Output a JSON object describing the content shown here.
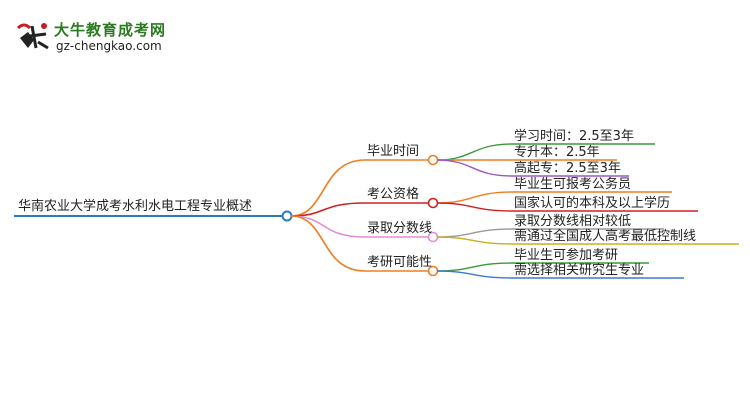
{
  "header": {
    "brand_title": "大牛教育成考网",
    "brand_url": "gz-chengkao.com",
    "logo_icon": "bull-logo-icon"
  },
  "mindmap": {
    "root": "华南农业大学成考水利水电工程专业概述",
    "branches": [
      {
        "label": "毕业时间",
        "color": "#ef7d22",
        "children": [
          {
            "label": "学习时间：2.5至3年",
            "color": "#3a9a3a"
          },
          {
            "label": "专升本：2.5年",
            "color": "#ef7d22"
          },
          {
            "label": "高起专：2.5至3年",
            "color": "#9b59c4"
          }
        ]
      },
      {
        "label": "考公资格",
        "color": "#d02020",
        "children": [
          {
            "label": "毕业生可报考公务员",
            "color": "#ef7d22"
          },
          {
            "label": "国家认可的本科及以上学历",
            "color": "#d02020"
          }
        ]
      },
      {
        "label": "录取分数线",
        "color": "#e38cd6",
        "children": [
          {
            "label": "录取分数线相对较低",
            "color": "#9a9a9a"
          },
          {
            "label": "需通过全国成人高考最低控制线",
            "color": "#c9b020"
          }
        ]
      },
      {
        "label": "考研可能性",
        "color": "#ef7d22",
        "children": [
          {
            "label": "毕业生可参加考研",
            "color": "#3a9a3a"
          },
          {
            "label": "需选择相关研究生专业",
            "color": "#3a7ad0"
          }
        ]
      }
    ]
  },
  "colors": {
    "root_line": "#2b7bbf",
    "root_dot": "#2b7bbf"
  }
}
